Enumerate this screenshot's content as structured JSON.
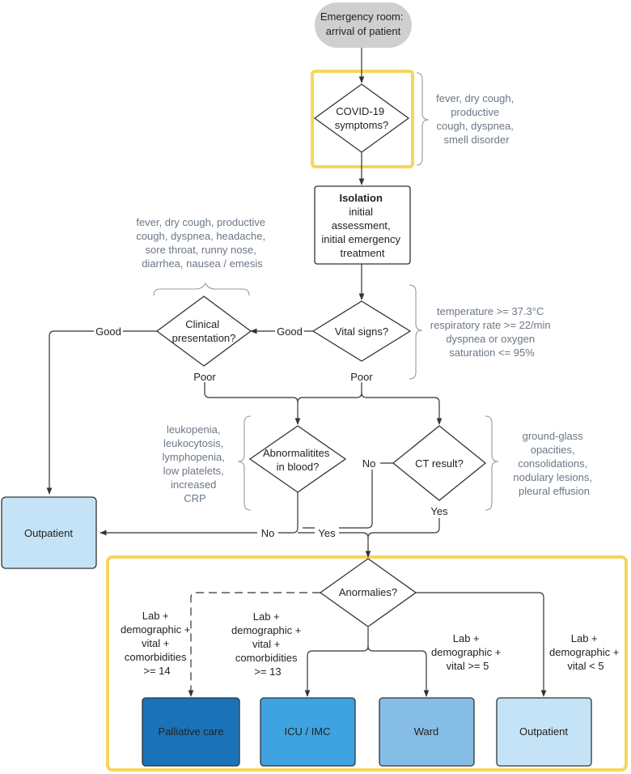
{
  "nodes": {
    "start": [
      "Emergency room:",
      "arrival of patient"
    ],
    "covid": [
      "COVID-19",
      "symptoms?"
    ],
    "isolation_title": "Isolation",
    "isolation": [
      "initial",
      "assessment,",
      "initial emergency",
      "treatment"
    ],
    "vital": [
      "Vital signs?"
    ],
    "clinical": [
      "Clinical",
      "presentation?"
    ],
    "blood": [
      "Abnormalitites",
      "in blood?"
    ],
    "ct": [
      "CT result?"
    ],
    "outpatient_left": [
      "Outpatient"
    ],
    "anomalies": [
      "Anormalies?"
    ],
    "palliative": [
      "Palliative care"
    ],
    "icu": [
      "ICU / IMC"
    ],
    "ward": [
      "Ward"
    ],
    "outpatient_bottom": [
      "Outpatient"
    ]
  },
  "notes": {
    "covid_symptoms": [
      "fever, dry cough,",
      "productive",
      "cough, dyspnea,",
      "smell disorder"
    ],
    "clinical_symptoms": [
      "fever, dry cough, productive",
      "cough, dyspnea, headache,",
      "sore throat, runny nose,",
      "diarrhea, nausea  / emesis"
    ],
    "vital_criteria": [
      "temperature >= 37.3°C",
      "respiratory rate >= 22/min",
      "dyspnea or oxygen",
      "saturation <= 95%"
    ],
    "blood_findings": [
      "leukopenia,",
      "leukocytosis,",
      "lymphopenia,",
      "low platelets,",
      "increased",
      "CRP"
    ],
    "ct_findings": [
      "ground-glass",
      "opacities,",
      "consolidations,",
      "nodulary lesions,",
      "pleural effusion"
    ]
  },
  "edge_labels": {
    "good_vital": "Good",
    "good_clinical": "Good",
    "poor_clinical": "Poor",
    "poor_vital": "Poor",
    "no_ct": "No",
    "yes_ct": "Yes",
    "no_blood": "No",
    "yes_blood": "Yes"
  },
  "scores": {
    "palliative": [
      "Lab +",
      "demographic +",
      "vital +",
      "comorbidities",
      ">= 14"
    ],
    "icu": [
      "Lab +",
      "demographic +",
      "vital +",
      "comorbidities",
      ">= 13"
    ],
    "ward": [
      "Lab +",
      "demographic +",
      "vital >= 5"
    ],
    "outpatient": [
      "Lab +",
      "demographic +",
      "vital < 5"
    ]
  },
  "colors": {
    "highlight_border": "#f6d55c",
    "start_fill": "#cfcfcf",
    "outpatient_fill": "#c5e3f6",
    "palliative_fill": "#1a73b8",
    "icu_fill": "#3ea3e0",
    "ward_fill": "#86bde6",
    "outpatient_bottom_fill": "#c5e3f6",
    "note_text": "#6b7785"
  }
}
